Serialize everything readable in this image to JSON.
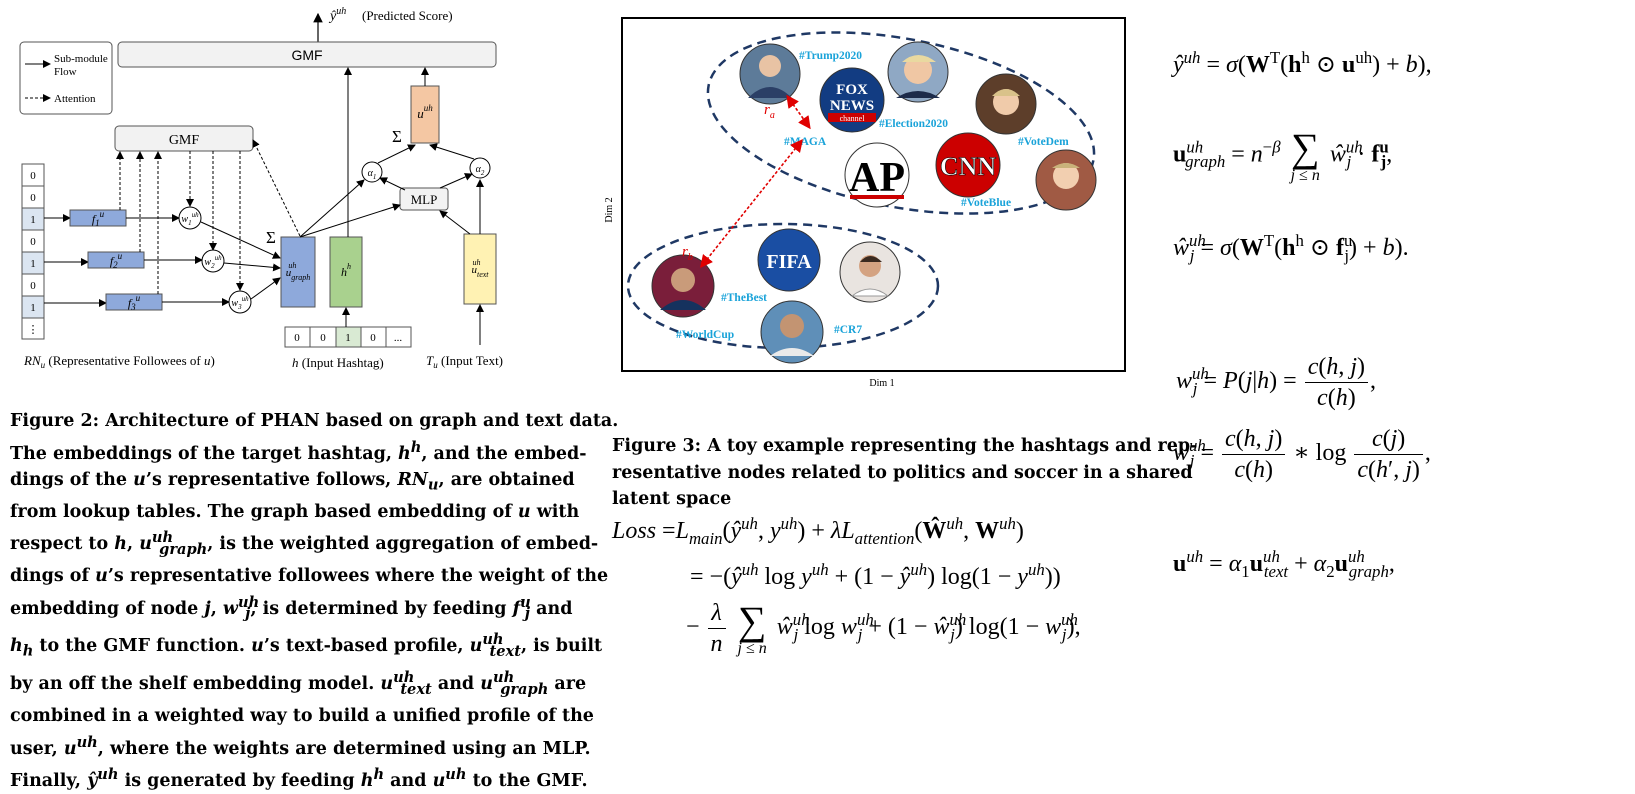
{
  "fig2": {
    "predicted_score": "(Predicted Score)",
    "predicted_symbol": "ŷ",
    "gmf_top": "GMF",
    "gmf_mid": "GMF",
    "legend_flow": "Sub-module Flow",
    "legend_attention": "Attention",
    "mlp": "MLP",
    "sigma": "Σ",
    "vector_values": [
      "0",
      "0",
      "1",
      "0",
      "1",
      "0",
      "1",
      "⋮"
    ],
    "hashtag_values": [
      "0",
      "0",
      "1",
      "0",
      "..."
    ],
    "label_rn": "(Representative Followees of",
    "label_h": "(Input Hashtag)",
    "label_t": "(Input Text)"
  },
  "fig3": {
    "xlabel": "Dim 1",
    "ylabel": "Dim 2",
    "hashtags": [
      "#Trump2020",
      "#Election2020",
      "#MAGA",
      "#VoteDem",
      "#VoteBlue",
      "#TheBest",
      "#WorldCup",
      "#CR7"
    ],
    "logos": {
      "fox": "FOX",
      "news": "NEWS",
      "channel": "channel",
      "ap": "AP",
      "cnn": "CNN",
      "fifa": "FIFA"
    },
    "ra": "r",
    "ra_sub": "a",
    "rb": "r",
    "rb_sub": "b"
  },
  "captions": {
    "fig2_lines": [
      "Figure 2: Architecture of PHAN based on graph and text data.",
      "The embeddings of the target hashtag, h^h, and the embed-",
      "dings of the u's representative follows, RN_u, are obtained",
      "from lookup tables. The graph based embedding of u with",
      "respect to h, u^uh_graph, is the weighted aggregation of embed-",
      "dings of u's representative followees where the weight of the",
      "embedding of node j, w^uh_j, is determined by feeding f^u_j and",
      "h_h to the GMF function. u's text-based profile, u^uh_text, is built",
      "by an off the shelf embedding model. u^uh_text and u^uh_graph are",
      "combined in a weighted way to build a unified profile of the",
      "user, u^uh, where the weights are determined using an MLP.",
      "Finally, ŷ^uh is generated by feeding h^h and u^uh to the GMF."
    ],
    "fig3_lines": [
      "Figure 3: A toy example representing the hashtags and rep-",
      "resentative nodes related to politics and soccer in a shared",
      "latent space"
    ]
  },
  "equations": {
    "loss_label": "Loss",
    "sigma": "σ",
    "log": "log"
  },
  "colors": {
    "blue_box": "#8ea9db",
    "green_box": "#a9d18e",
    "yellow_box": "#fff2b3",
    "orange_box": "#f4c7a3",
    "gmf_fill": "#f2f2f2",
    "cluster_dash": "#1f3864",
    "hashtag_text": "#1aa3d9",
    "red_arrow": "#e00000"
  }
}
